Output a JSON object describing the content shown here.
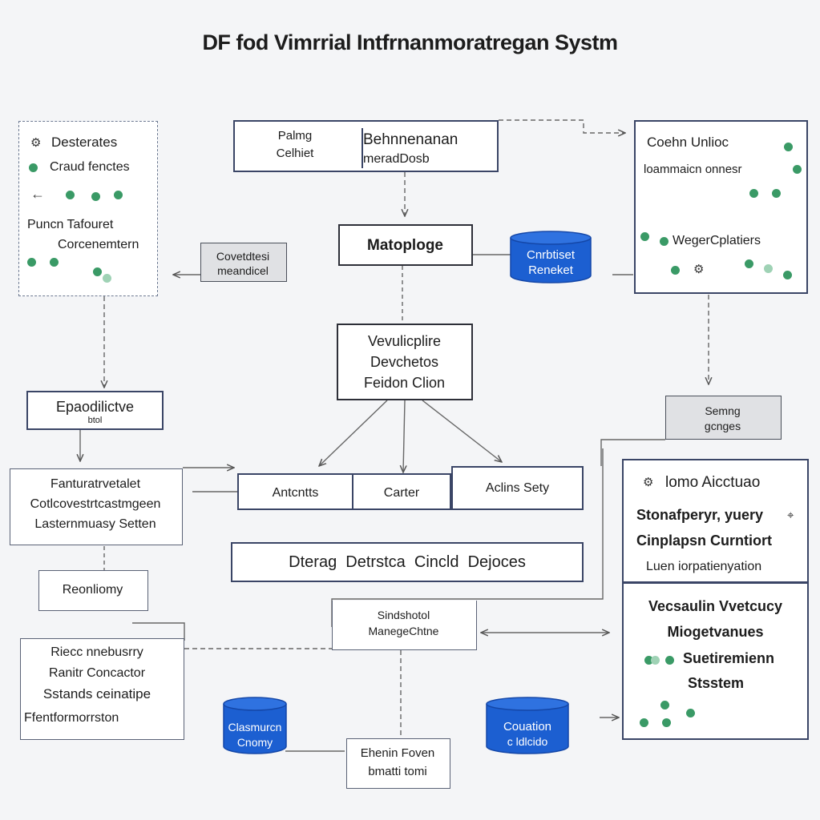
{
  "title": "DF fod Vimrrial Intfrnanmoratregan Systm",
  "left_panel": {
    "heading": "Desterates",
    "line1": "Craud fenctes",
    "line2": "Puncn Tafouret",
    "line3": "Corcenemtern"
  },
  "top_center": {
    "left_lines": [
      "Palmg",
      "Celhiet"
    ],
    "right_lines": [
      "Behnnenanan",
      "meradDosb"
    ]
  },
  "right_panel": {
    "heading": "Coehn Unlioc",
    "line1": "loammaicn onnesr",
    "line2": "WegerCplatiers"
  },
  "grey_left": [
    "Covetdtesi",
    "meandicel"
  ],
  "matoploge": "Matoploge",
  "db_right": [
    "Cnrbtiset",
    "Reneket"
  ],
  "center_box": [
    "Vevulicplire",
    "Devchetos",
    "Feidon Clion"
  ],
  "grey_right": [
    "Semng",
    "gcnges"
  ],
  "epaodi": {
    "title": "Epaodilictve",
    "sub": "btol"
  },
  "left_mid": [
    "Fanturatrvetalet",
    "Cotlcovestrtcastmgeen",
    "Lasternmuasy Setten"
  ],
  "row3": [
    "Antcntts",
    "Carter",
    "Aclins Sety"
  ],
  "right_top": {
    "heading": "lomo Aicctuao",
    "line1": "Stonafperyr, yuery",
    "line2": "Cinplapsn Curntiort",
    "line3": "Luen iorpatienyation"
  },
  "wide_bar": "Dterag  Detrstca  Cincld  Dejoces",
  "reonliomy": "Reonliomy",
  "smaller": [
    "Sindshotol",
    "ManegeChtne"
  ],
  "right_bottom": [
    "Vecsaulin Vvetcucy",
    "Miogetvanues",
    "Suetiremienn",
    "Stsstem"
  ],
  "left_bottom": [
    "Riecc nnebusrry",
    "Ranitr Concactor",
    "Sstands ceinatipe",
    "Ffentformorrston"
  ],
  "db_bl": [
    "Clasmurcn",
    "Cnomy"
  ],
  "db_br": [
    "Couation",
    "c ldlcido"
  ],
  "bottom_box": [
    "Ehenin Foven",
    "bmatti tomi"
  ],
  "colors": {
    "accent_blue": "#1c5fd1",
    "dot_green": "#3a9a66",
    "border_navy": "#3a4566"
  }
}
